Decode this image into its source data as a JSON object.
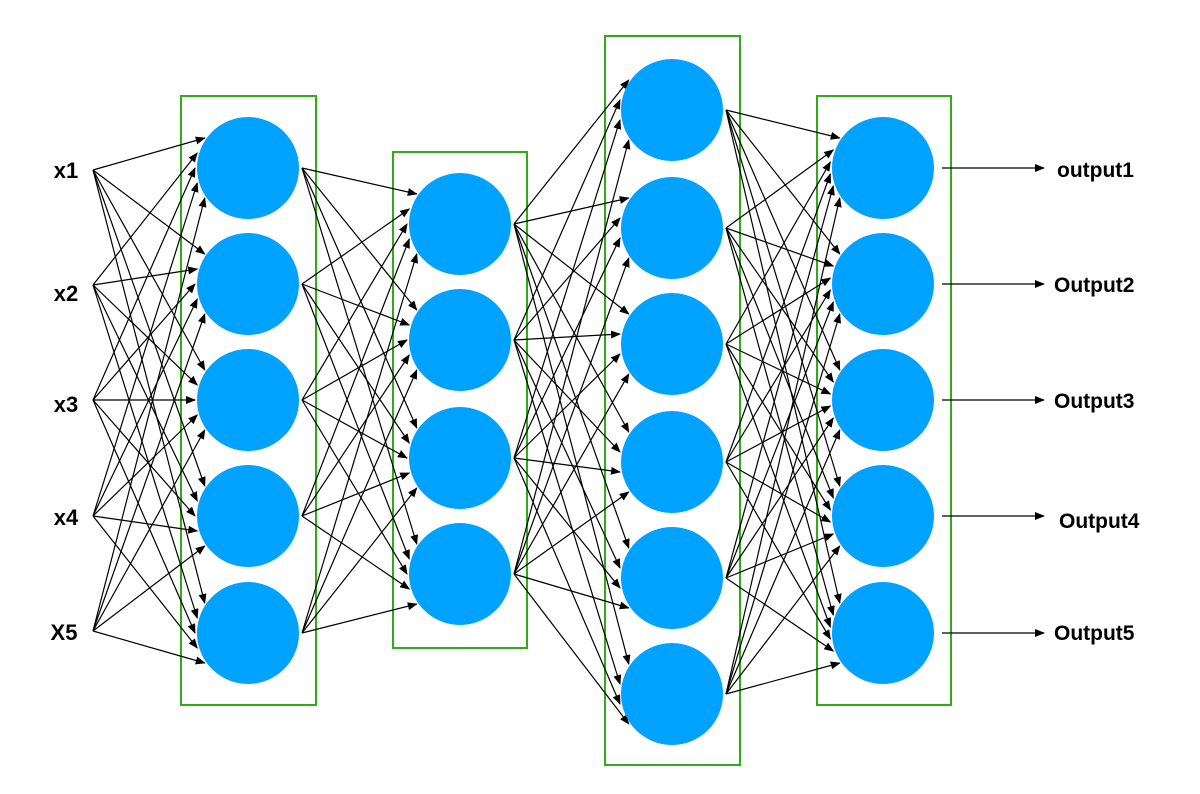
{
  "diagram": {
    "inputs": [
      "x1",
      "x2",
      "x3",
      "x4",
      "X5"
    ],
    "outputs": [
      "output1",
      "Output2",
      "Output3",
      "Output4",
      "Output5"
    ],
    "layers": [
      {
        "neurons": 5
      },
      {
        "neurons": 4
      },
      {
        "neurons": 6
      },
      {
        "neurons": 5
      }
    ],
    "connectivity": "fully-connected",
    "colors": {
      "neuron": "#00a2ff",
      "layer_box": "#2ead14",
      "edge": "#000000",
      "text": "#000000"
    }
  }
}
